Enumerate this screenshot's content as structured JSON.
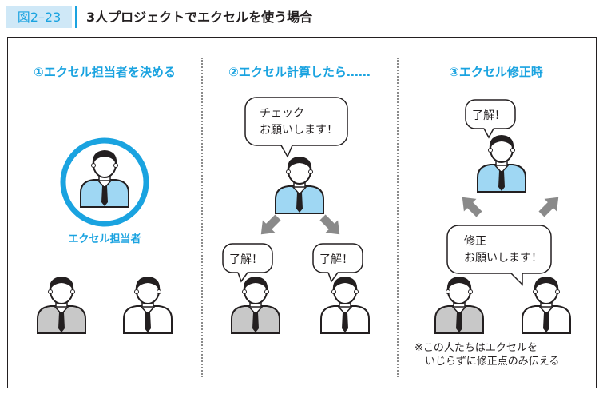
{
  "figure": {
    "number": "図2–23",
    "title": "3人プロジェクトでエクセルを使う場合"
  },
  "panels": [
    {
      "title": "①エクセル担当者を決める",
      "leader_label": "エクセル担当者"
    },
    {
      "title": "②エクセル計算したら……",
      "bubble_request": [
        "チェック",
        "お願いします！"
      ],
      "bubble_left": "了解！",
      "bubble_right": "了解！"
    },
    {
      "title": "③エクセル修正時",
      "bubble_top": "了解！",
      "bubble_request": [
        "修正",
        "お願いします！"
      ],
      "note": "※この人たちはエクセルを\n　いじらずに修正点のみ伝える"
    }
  ],
  "colors": {
    "accent": "#1aa3e0",
    "header_fill": "#cfe8f7",
    "person_blue": "#9fd7f3",
    "person_gray": "#c8c8c8",
    "arrow_gray": "#8a8a8a"
  },
  "icons": [
    "person-icon",
    "arrow-icon",
    "speech-bubble"
  ]
}
